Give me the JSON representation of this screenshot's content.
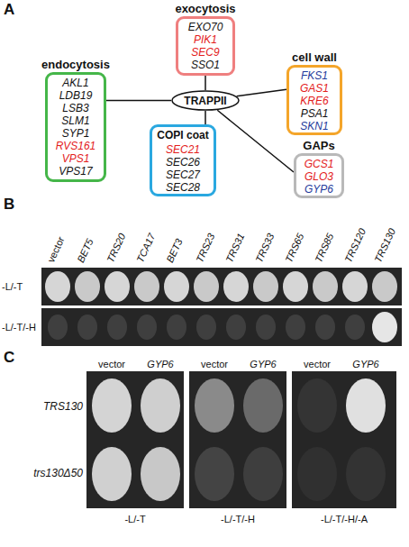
{
  "diagram": {
    "nodes": [
      {
        "text": [
          "exocytosis",
          "EXO70",
          "PIK1",
          "SEC9",
          "SSO1"
        ]
      },
      {
        "text": [
          "endocytosis",
          "AKL1",
          "LDB19",
          "LSB3",
          "SLM1",
          "SYP1",
          "RVS161",
          "VPS1",
          "VPS17"
        ]
      },
      {
        "text": [
          "TRAPPII"
        ]
      },
      {
        "text": [
          "cell wall",
          "FKS1",
          "GAS1",
          "KRE6",
          "PSA1",
          "SKN1"
        ]
      },
      {
        "text": [
          "GAPs",
          "GCS1",
          "GLO3",
          "GYP6"
        ]
      },
      {
        "text": [
          "COPI coat",
          "SEC21",
          "SEC26",
          "SEC27",
          "SEC28"
        ]
      }
    ],
    "edges": [
      {
        "from": 2,
        "to": 0,
        "arrow": "none"
      },
      {
        "from": 2,
        "to": 1,
        "arrow": "none"
      },
      {
        "from": 2,
        "to": 3,
        "arrow": "none"
      },
      {
        "from": 2,
        "to": 4,
        "arrow": "none"
      },
      {
        "from": 2,
        "to": 5,
        "arrow": "none"
      }
    ],
    "labels": [
      "A",
      "B",
      "vector",
      "BET5",
      "TRS20",
      "TCA17",
      "BET3",
      "TRS23",
      "TRS31",
      "TRS33",
      "TRS65",
      "TRS85",
      "TRS120",
      "TRS130",
      "-L/-T",
      "-L/-T/-H",
      "C",
      "vector",
      "GYP6",
      "vector",
      "GYP6",
      "vector",
      "GYP6",
      "TRS130",
      "trs130Δ50",
      "-L/-T",
      "-L/-T/-H",
      "-L/-T/-H/-A"
    ]
  }
}
